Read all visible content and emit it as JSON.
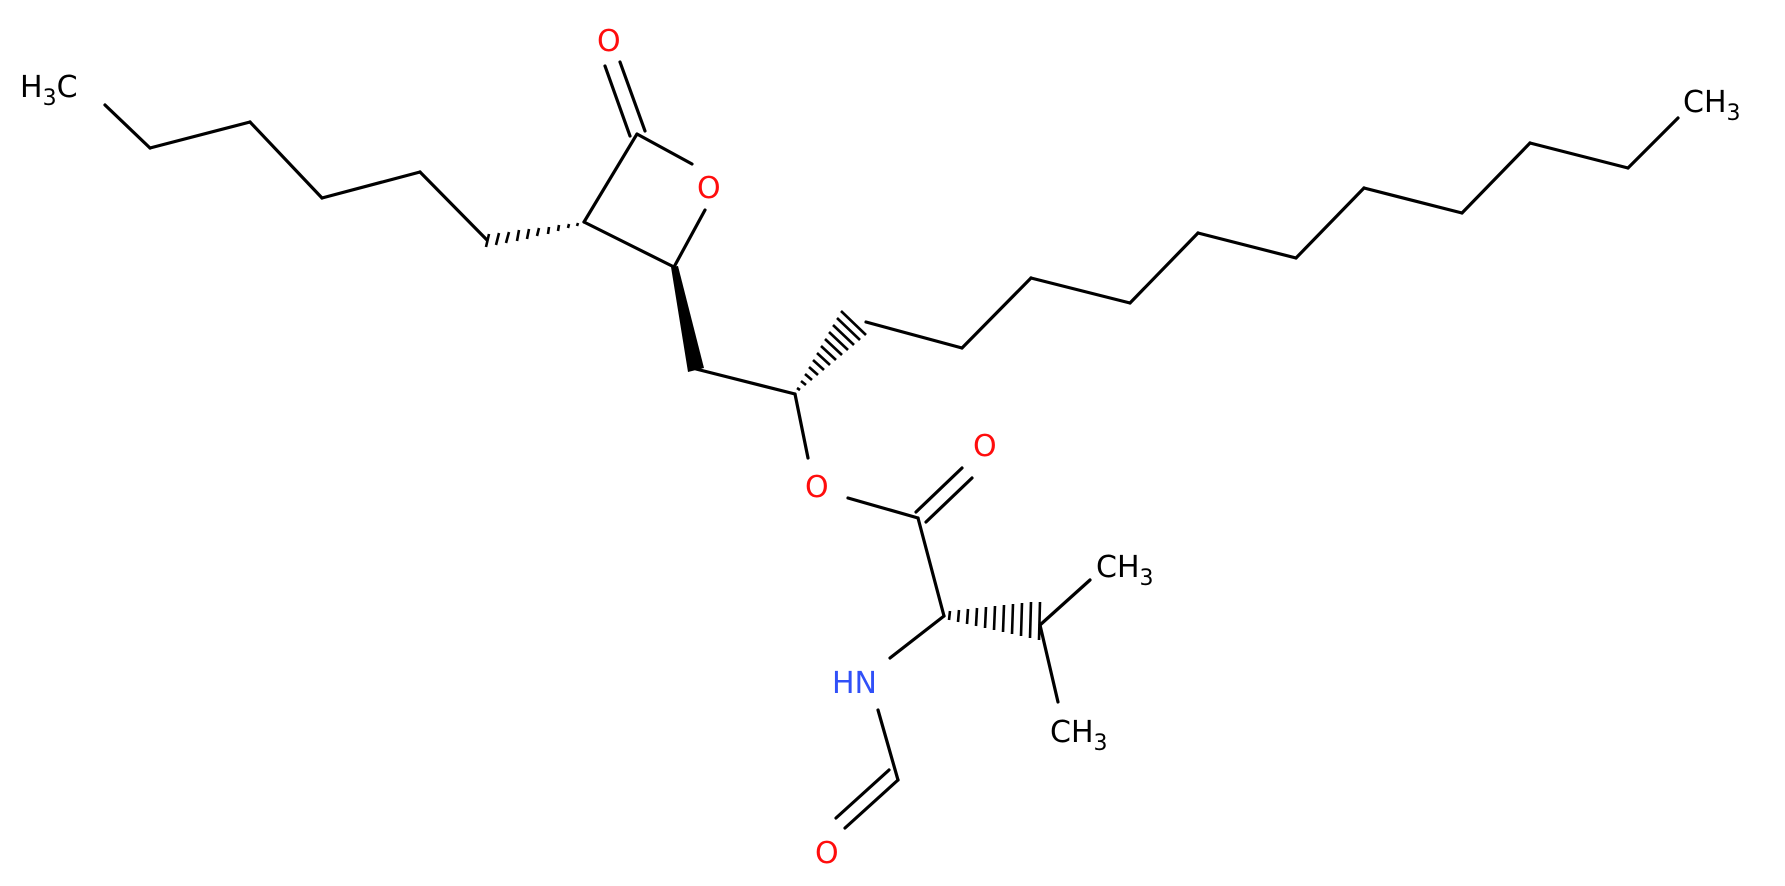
{
  "molecule": {
    "colors": {
      "bond": "#000000",
      "oxygen": "#ff0d0d",
      "nitrogen": "#3050f8",
      "carbon_label": "#000000"
    },
    "labels": {
      "lactone_carbonyl_o": "O",
      "ring_o": "O",
      "ester_o": "O",
      "ester_carbonyl_o": "O",
      "formyl_o": "O",
      "amide_n": "HN",
      "ch3_pentyl_main": "H",
      "ch3_pentyl_sub": "3",
      "ch3_pentyl_tail": "C",
      "ch3_chain_main": "CH",
      "ch3_chain_sub": "3",
      "ch3_upper_main": "CH",
      "ch3_upper_sub": "3",
      "ch3_lower_main": "CH",
      "ch3_lower_sub": "3"
    }
  }
}
